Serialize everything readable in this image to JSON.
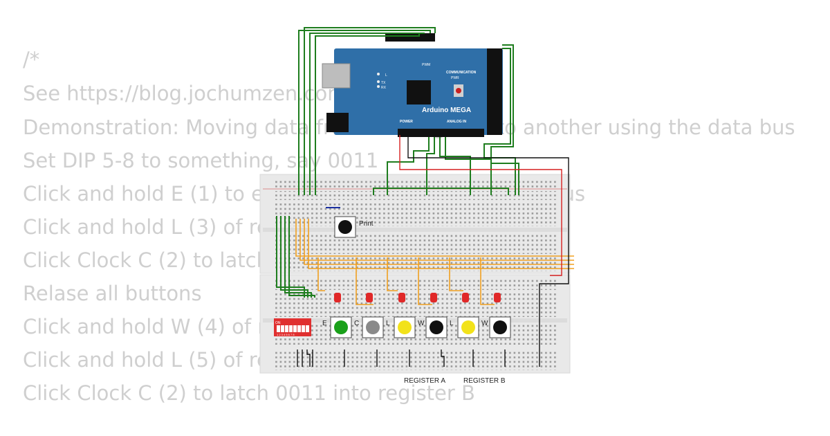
{
  "code_lines": [
    "/*",
    "See https://blog.jochumzen.com",
    "Demonstration: Moving data from one register to another using the data bus",
    "Set DIP 5-8 to something, say 0011",
    "Click and hold E (1) to enable DIP switches onto the bus",
    "Click and hold L (3) of register A",
    "Click Clock C (2) to latch 0011 into register A",
    "Relase all buttons",
    "Click and hold W (4) of register A to write onto the bus",
    "Click and hold L (5) of register B",
    "Click Clock C (2) to latch 0011 into register B"
  ],
  "arduino": {
    "name": "Arduino MEGA",
    "pwm_label": "PWM",
    "communication_label": "COMMUNICATION",
    "power_label": "POWER",
    "analog_label": "ANALOG IN",
    "pwr_led": "PWR",
    "led_l": "L",
    "led_tx": "TX",
    "led_rx": "RX"
  },
  "dip": {
    "label": "ON",
    "positions": "1 2 3 4 5 6 7 8"
  },
  "buttons": {
    "print": "Print",
    "b1": "E",
    "b2": "C",
    "b3": "L",
    "b4": "W",
    "b5": "L",
    "b6": "W"
  },
  "register_labels": {
    "a": "REGISTER A",
    "b": "REGISTER B"
  },
  "colors": {
    "wire_green": "#1e7d1e",
    "wire_orange": "#f0a020",
    "wire_red": "#d62020",
    "wire_black": "#111111",
    "arduino_blue": "#2f6fa8",
    "led_red": "#e02828",
    "button_green": "#1aa01a",
    "button_yellow": "#f2e21a",
    "button_gray": "#8a8a8a",
    "button_black": "#111111"
  }
}
